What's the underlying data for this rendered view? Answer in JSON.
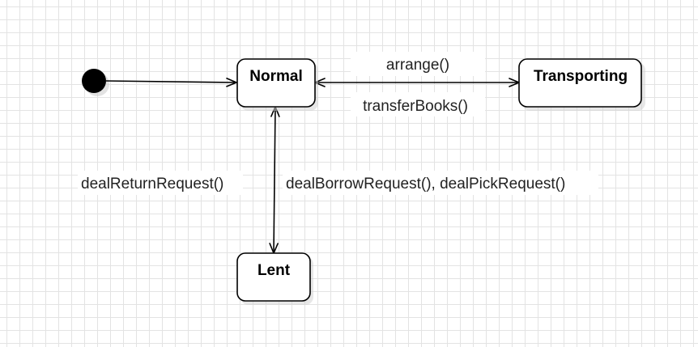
{
  "states": {
    "normal": "Normal",
    "transporting": "Transporting",
    "lent": "Lent"
  },
  "transitions": {
    "arrange": "arrange()",
    "transfer_books": "transferBooks()",
    "deal_return_request": "dealReturnRequest()",
    "deal_borrow_pick": "dealBorrowRequest(), dealPickRequest()"
  }
}
